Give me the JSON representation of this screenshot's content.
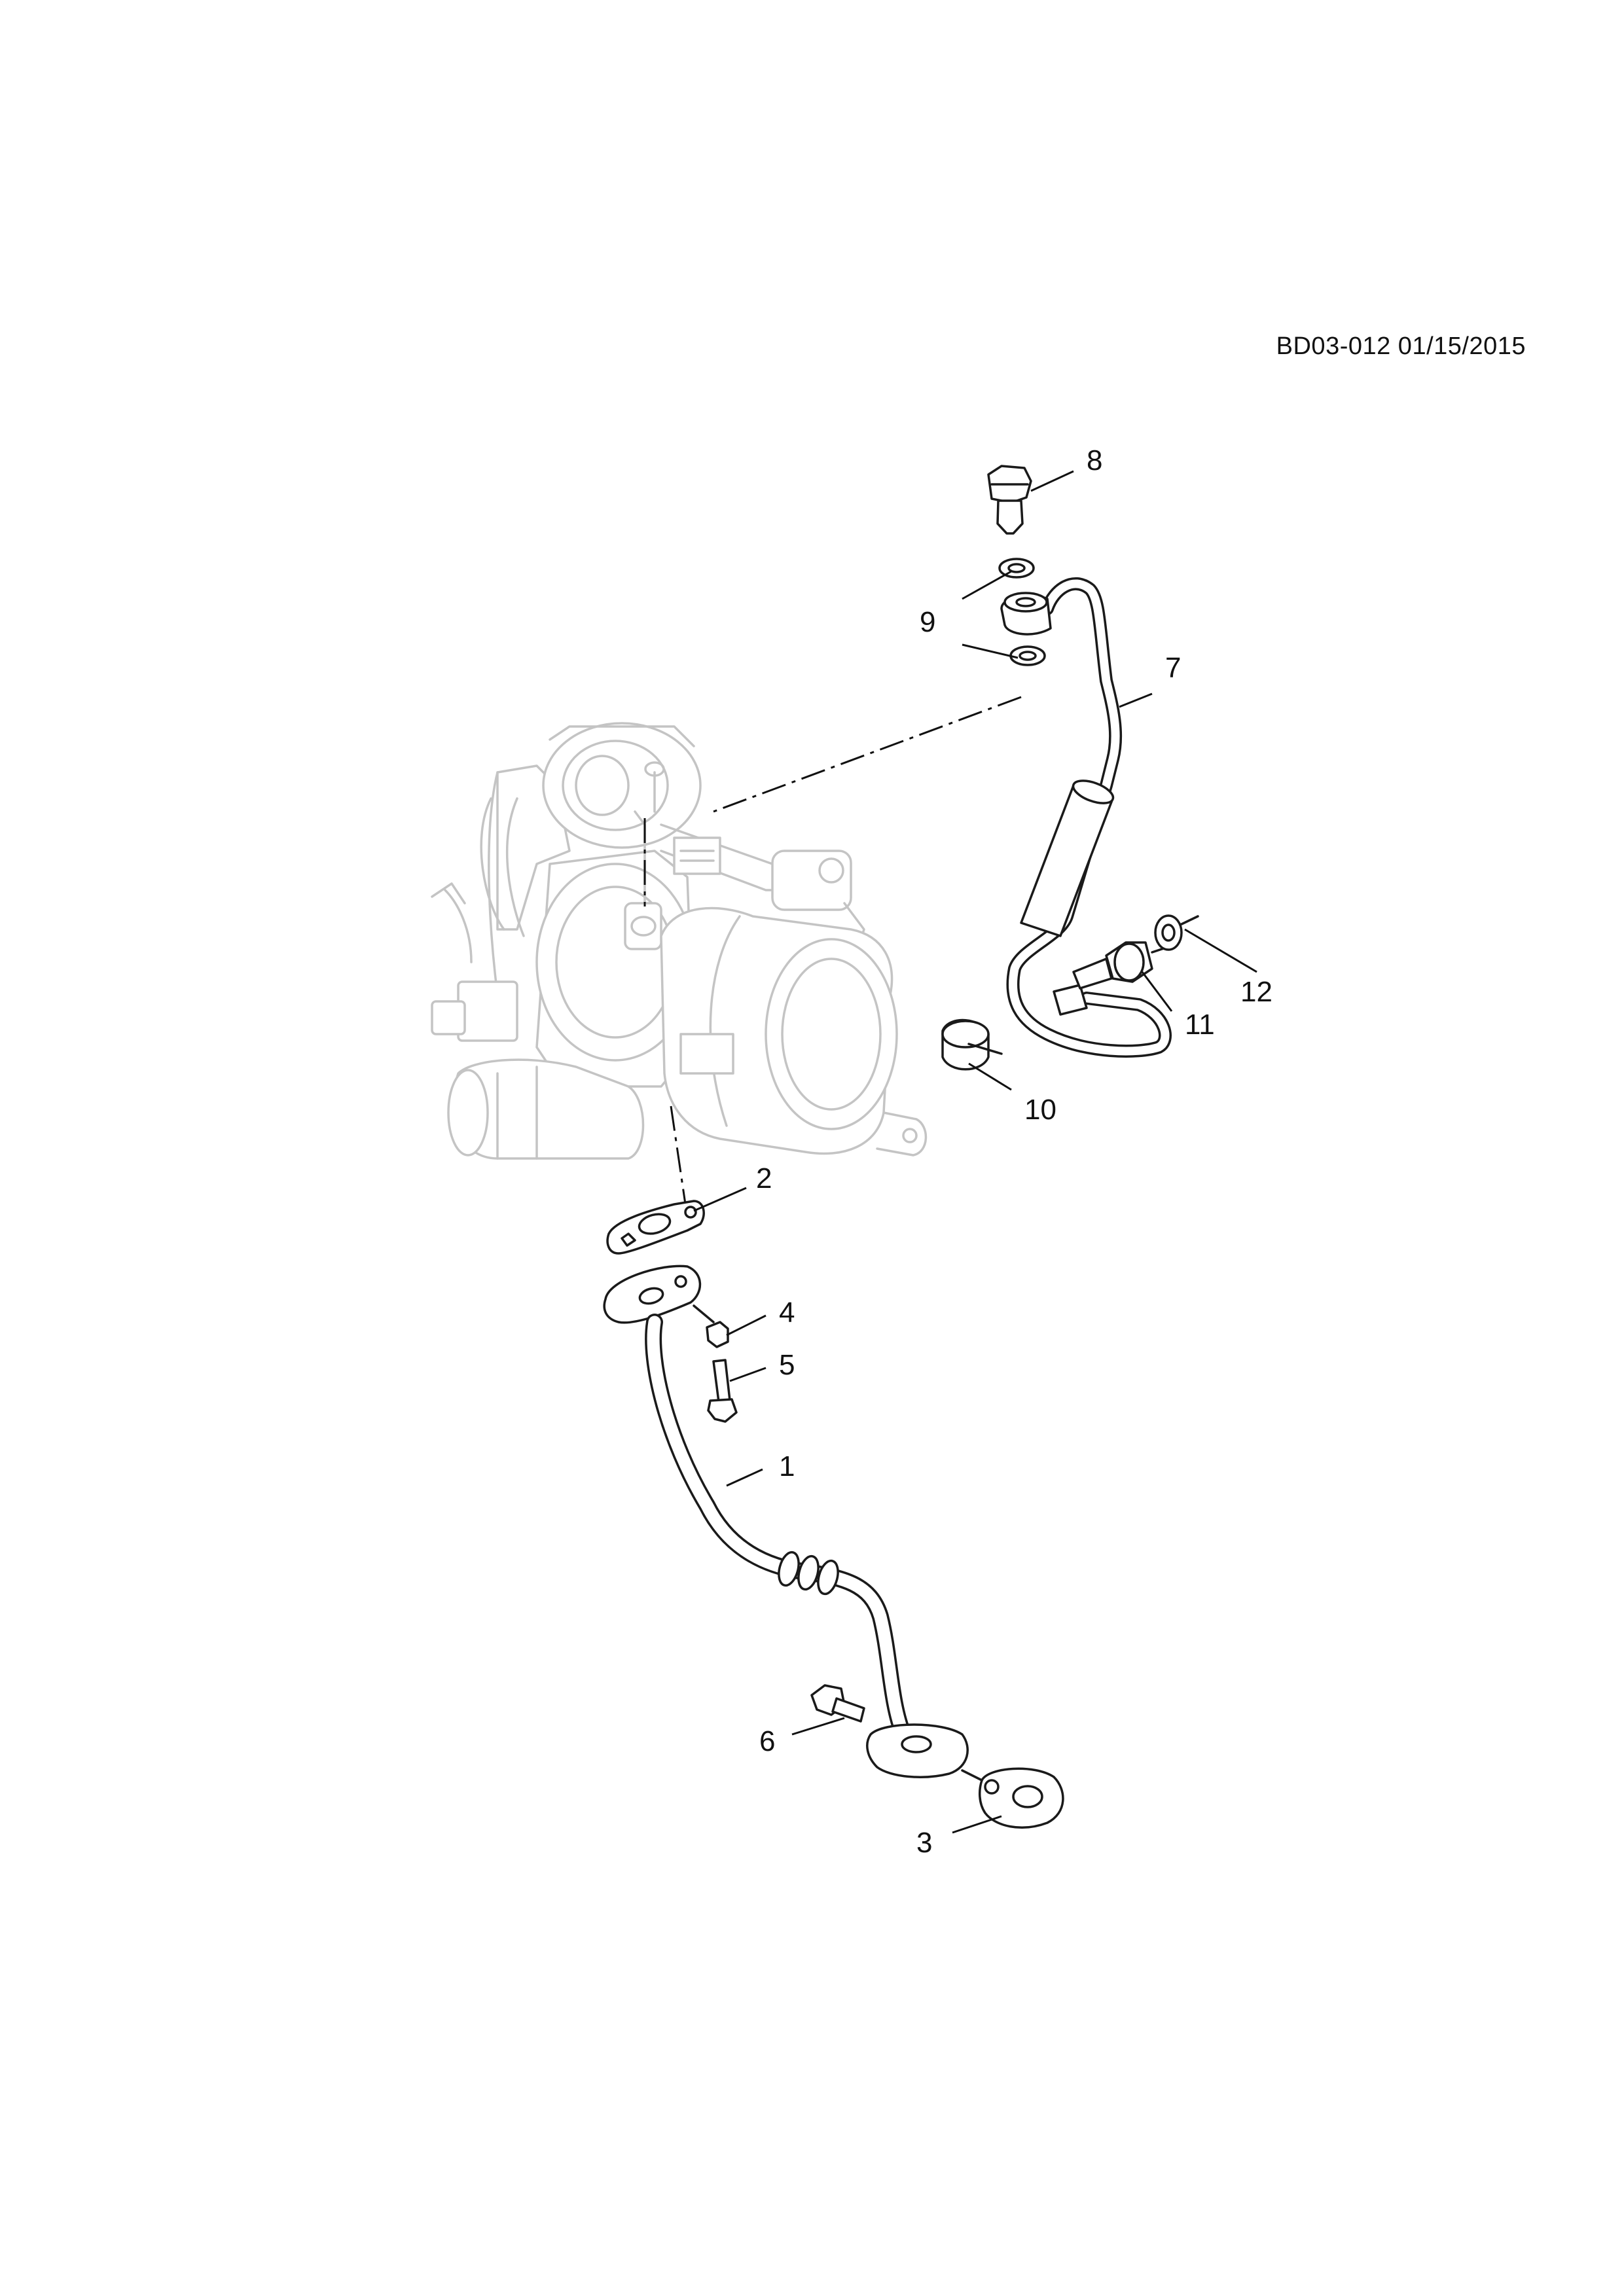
{
  "diagram_id": "BD03-012 01/15/2015",
  "callouts": [
    {
      "id": "c1",
      "label": "1"
    },
    {
      "id": "c2",
      "label": "2"
    },
    {
      "id": "c3",
      "label": "3"
    },
    {
      "id": "c4",
      "label": "4"
    },
    {
      "id": "c5",
      "label": "5"
    },
    {
      "id": "c6",
      "label": "6"
    },
    {
      "id": "c7",
      "label": "7"
    },
    {
      "id": "c8",
      "label": "8"
    },
    {
      "id": "c9",
      "label": "9"
    },
    {
      "id": "c10",
      "label": "10"
    },
    {
      "id": "c11",
      "label": "11"
    },
    {
      "id": "c12",
      "label": "12"
    }
  ]
}
